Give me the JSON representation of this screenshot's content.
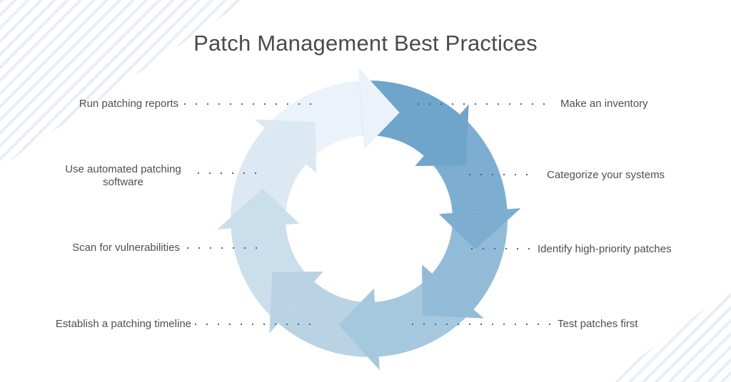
{
  "title": "Patch Management Best Practices",
  "steps": {
    "left": [
      {
        "label": "Run patching reports"
      },
      {
        "label": "Use automated patching software"
      },
      {
        "label": "Scan for vulnerabilities"
      },
      {
        "label": "Establish a patching timeline"
      }
    ],
    "right": [
      {
        "label": "Make an inventory"
      },
      {
        "label": "Categorize your systems"
      },
      {
        "label": "Identify high-priority patches"
      },
      {
        "label": "Test patches first"
      }
    ]
  },
  "cycle": {
    "type": "circular-arrow-cycle",
    "direction": "clockwise",
    "segment_count": 8,
    "segment_colors": [
      "#EBF2F9",
      "#6FA4CB",
      "#7DAED2",
      "#92BBD8",
      "#A6C8DE",
      "#B9D3E5",
      "#CBDEEB",
      "#DCE9F3"
    ]
  },
  "colors": {
    "dots": "#2F6CA4",
    "title_text": "#4A4A4A",
    "label_text": "#4F4F4F",
    "stripe": "#E7EEF5"
  }
}
